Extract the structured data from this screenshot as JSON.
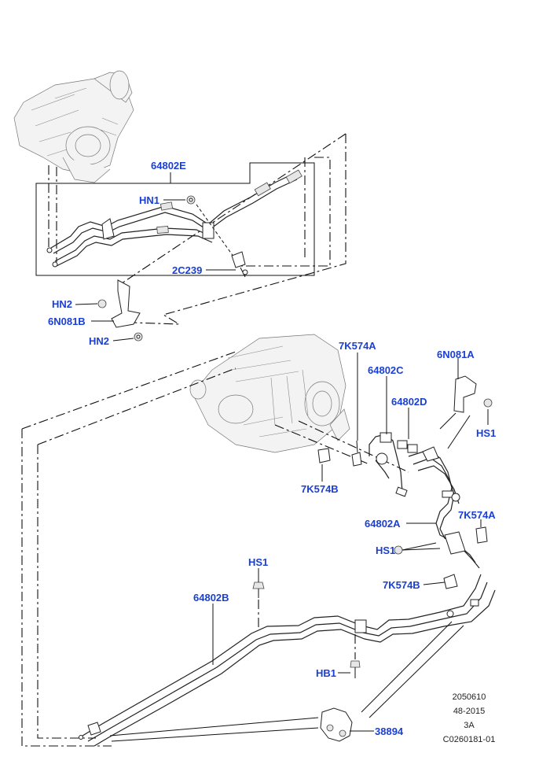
{
  "callouts": {
    "c64802E": "64802E",
    "cHN1a": "HN1",
    "c2C239": "2C239",
    "cHN2a": "HN2",
    "c6N081B": "6N081B",
    "cHN2b": "HN2",
    "c7K574A_top": "7K574A",
    "c64802C": "64802C",
    "c64802D": "64802D",
    "c6N081A": "6N081A",
    "cHS1_right": "HS1",
    "c7K574B_mid": "7K574B",
    "c64802A": "64802A",
    "c7K574A_right": "7K574A",
    "cHS1_mid": "HS1",
    "c7K574B_low": "7K574B",
    "cHS1_low": "HS1",
    "c64802B": "64802B",
    "cHB1": "HB1",
    "c38894": "38894"
  },
  "reference_block": {
    "line1": "2050610",
    "line2": "48-2015",
    "line3": "3A",
    "line4": "C0260181-01"
  },
  "colors": {
    "callout": "#1a3fd6",
    "line": "#111111"
  }
}
